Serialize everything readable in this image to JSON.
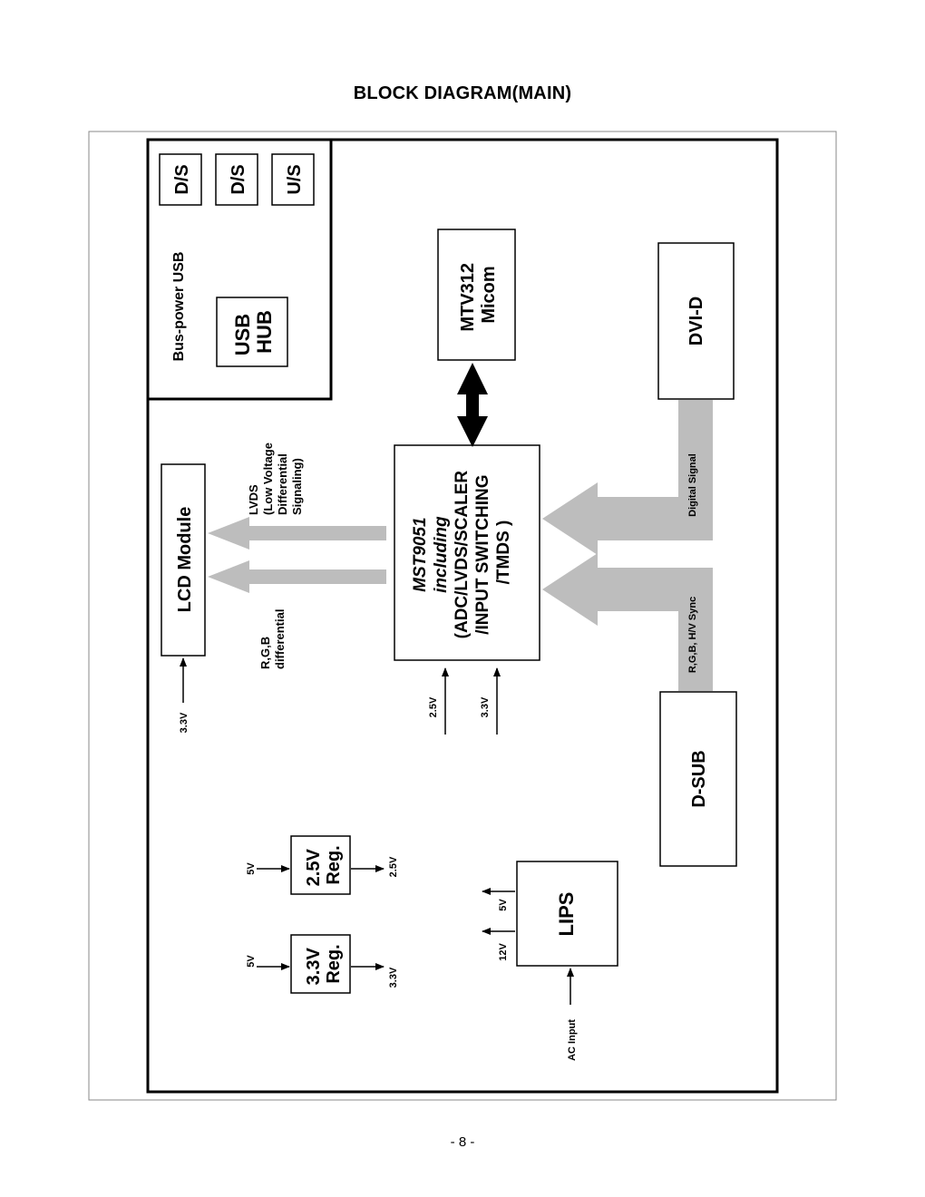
{
  "page": {
    "title": "BLOCK DIAGRAM(MAIN)",
    "page_number": "- 8 -"
  },
  "usb": {
    "group_label": "Bus-power USB",
    "hub": [
      "USB",
      "HUB"
    ],
    "ports": [
      "D/S",
      "D/S",
      "U/S"
    ]
  },
  "micom": [
    "MTV312",
    "Micom"
  ],
  "scaler": {
    "lines": [
      "MST9051",
      "including",
      "(ADC/LVDS/SCALER",
      "/INPUT SWITCHING",
      "/TMDS )"
    ]
  },
  "lcd": {
    "label": "LCD Module",
    "supply": "3.3V"
  },
  "lvds_label": [
    "LVDS",
    "(Low Voltage",
    "Differential",
    "Signaling)"
  ],
  "rgb_label": [
    "R,G,B",
    "differential"
  ],
  "scaler_supplies": [
    "2.5V",
    "3.3V"
  ],
  "dvi": {
    "label": "DVI-D",
    "signal": "Digital Signal"
  },
  "dsub": {
    "label": "D-SUB",
    "signal": "R,G,B, H/V Sync"
  },
  "reg25": {
    "lines": [
      "2.5V",
      "Reg."
    ],
    "in": "5V",
    "out": "2.5V"
  },
  "reg33": {
    "lines": [
      "3.3V",
      "Reg."
    ],
    "in": "5V",
    "out": "3.3V"
  },
  "lips": {
    "label": "LIPS",
    "out1": "5V",
    "out2": "12V",
    "input": "AC Input"
  }
}
